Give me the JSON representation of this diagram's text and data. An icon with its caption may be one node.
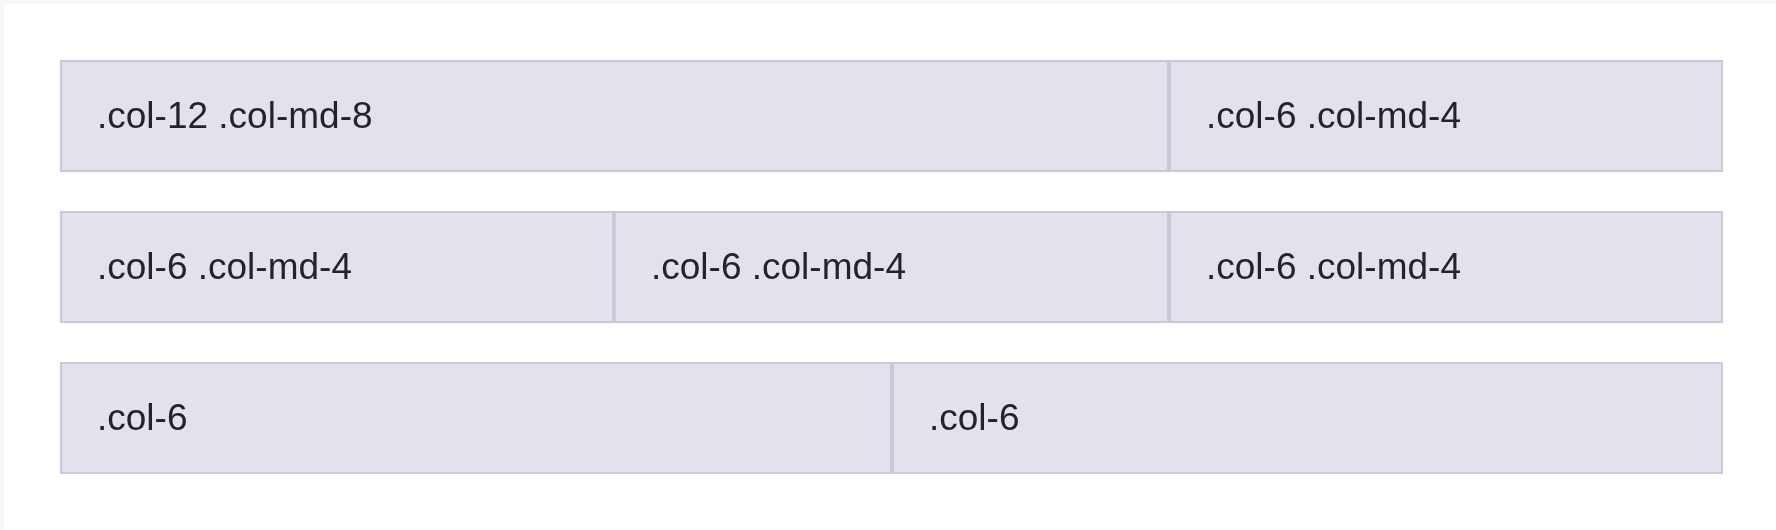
{
  "diagram": {
    "nodes": [
      {
        "text": [
          ".col-12 .col-md-8"
        ]
      },
      {
        "text": [
          ".col-6 .col-md-4"
        ]
      },
      {
        "text": [
          ".col-6 .col-md-4"
        ]
      },
      {
        "text": [
          ".col-6 .col-md-4"
        ]
      },
      {
        "text": [
          ".col-6 .col-md-4"
        ]
      },
      {
        "text": [
          ".col-6"
        ]
      },
      {
        "text": [
          ".col-6"
        ]
      }
    ]
  }
}
